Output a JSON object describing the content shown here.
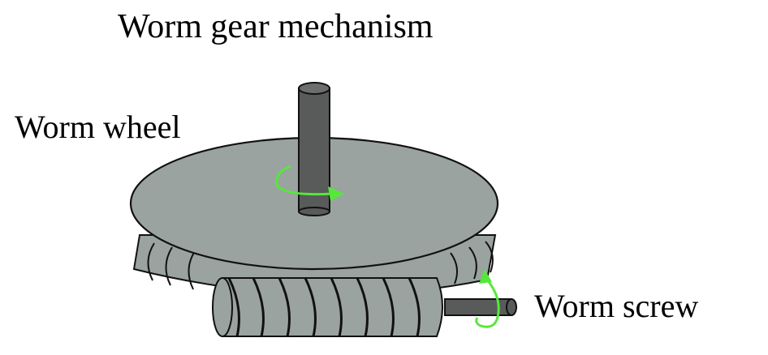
{
  "title": "Worm gear mechanism",
  "labels": {
    "worm_wheel": "Worm wheel",
    "worm_screw": "Worm screw"
  },
  "colors": {
    "gear_fill": "#9aa3a0",
    "shaft_fill": "#585b5a",
    "outline": "#111111",
    "rotation_arrow": "#55e83a",
    "background": "#ffffff"
  }
}
